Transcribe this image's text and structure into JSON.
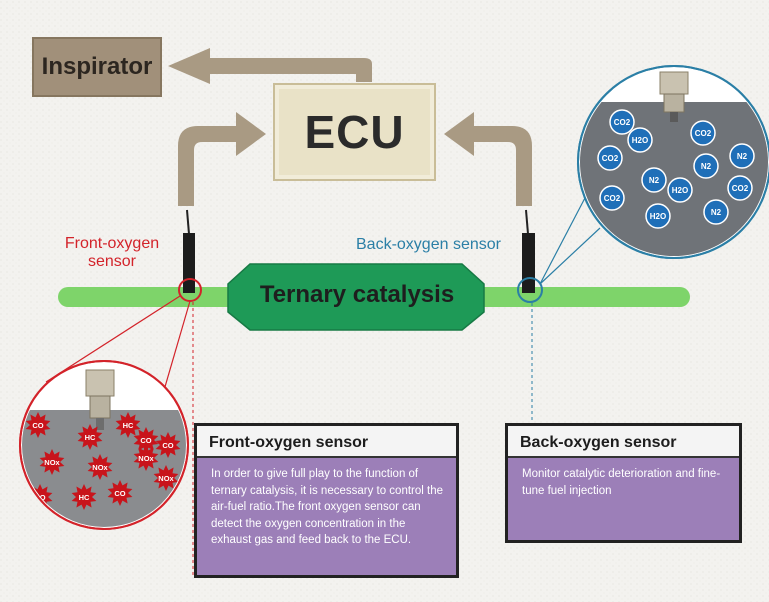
{
  "labels": {
    "inspirator": "Inspirator",
    "ecu": "ECU",
    "catalysis": "Ternary catalysis",
    "front_sensor_line1": "Front-oxygen",
    "front_sensor_line2": "sensor",
    "back_sensor": "Back-oxygen sensor"
  },
  "front_box": {
    "title": "Front-oxygen sensor",
    "body": "In order to give full play to the function of ternary catalysis, it is necessary to control the air-fuel ratio.The front oxygen sensor can detect the oxygen concentration in the exhaust gas and feed back to the ECU."
  },
  "back_box": {
    "title": "Back-oxygen sensor",
    "body": "Monitor catalytic deterioration and fine-tune fuel injection"
  },
  "front_molecules": [
    "CO",
    "HC",
    "CO",
    "NOx",
    "NOx",
    "NOx",
    "CO",
    "HC",
    "CO",
    "NOx",
    "HC",
    "CO"
  ],
  "back_molecules": [
    "H2O",
    "CO2",
    "CO2",
    "N2",
    "N2",
    "N2",
    "CO2",
    "H2O",
    "CO2",
    "H2O",
    "N2",
    "CO2"
  ],
  "colors": {
    "pipe": "#7ed46a",
    "catalyst": "#1e9a57",
    "arrow": "#a99a83",
    "front_accent": "#d3232a",
    "back_accent": "#2b7fa6",
    "info_bg": "#9c7fb8"
  }
}
